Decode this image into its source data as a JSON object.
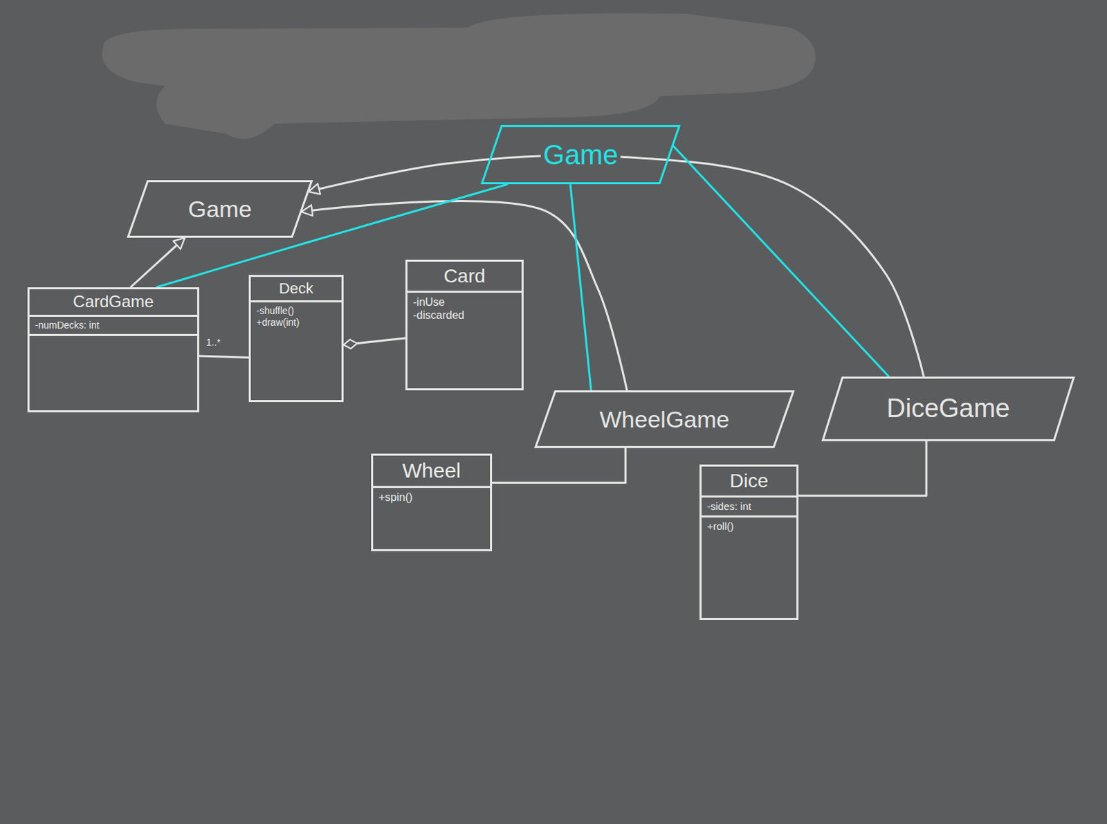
{
  "diagram": {
    "nodes": [
      {
        "text": [
          "Game"
        ]
      },
      {
        "text": [
          "Game"
        ]
      },
      {
        "text": [
          "CardGame",
          "-numDecks: int"
        ]
      },
      {
        "text": [
          "Deck",
          "-shuffle()",
          "+draw(int)"
        ]
      },
      {
        "text": [
          "Card",
          "-inUse",
          "-discarded"
        ]
      },
      {
        "text": [
          "WheelGame"
        ]
      },
      {
        "text": [
          "DiceGame"
        ]
      },
      {
        "text": [
          "Wheel",
          "+spin()"
        ]
      },
      {
        "text": [
          "Dice",
          "-sides: int",
          "+roll()"
        ]
      }
    ],
    "edges": [
      {
        "from": 2,
        "to": 1,
        "arrow": "to"
      },
      {
        "from": 5,
        "to": 1,
        "arrow": "to"
      },
      {
        "from": 6,
        "to": 1,
        "arrow": "to"
      },
      {
        "from": 2,
        "to": 3,
        "arrow": "none"
      },
      {
        "from": 4,
        "to": 3,
        "arrow": "to"
      },
      {
        "from": 7,
        "to": 5,
        "arrow": "none"
      },
      {
        "from": 8,
        "to": 6,
        "arrow": "none"
      },
      {
        "from": 0,
        "to": 2,
        "arrow": "none"
      },
      {
        "from": 0,
        "to": 5,
        "arrow": "none"
      },
      {
        "from": 0,
        "to": 6,
        "arrow": "none"
      }
    ],
    "labels": [
      "1..*"
    ]
  }
}
